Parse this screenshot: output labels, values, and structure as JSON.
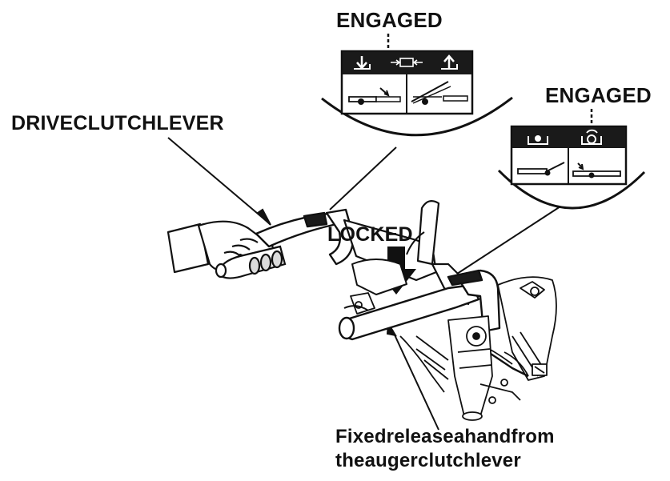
{
  "labels": {
    "engaged_top": "ENGAGED",
    "engaged_right": "ENGAGED",
    "drive_clutch_lever": "DRIVECLUTCHLEVER",
    "locked": "LOCKED",
    "fixed_release_line1": "Fixedreleaseahandfrom",
    "fixed_release_line2": "theaugerclutchlever"
  },
  "colors": {
    "ink": "#111111",
    "paper": "#ffffff",
    "panel_bg": "#1a1a1a",
    "shade": "#dcdcdc"
  },
  "icons": [
    "hand-icon",
    "clutch-lever-icon",
    "auger-lever-icon",
    "down-arrow-icon",
    "drive-engage-decal-icon",
    "auger-engage-decal-icon"
  ]
}
